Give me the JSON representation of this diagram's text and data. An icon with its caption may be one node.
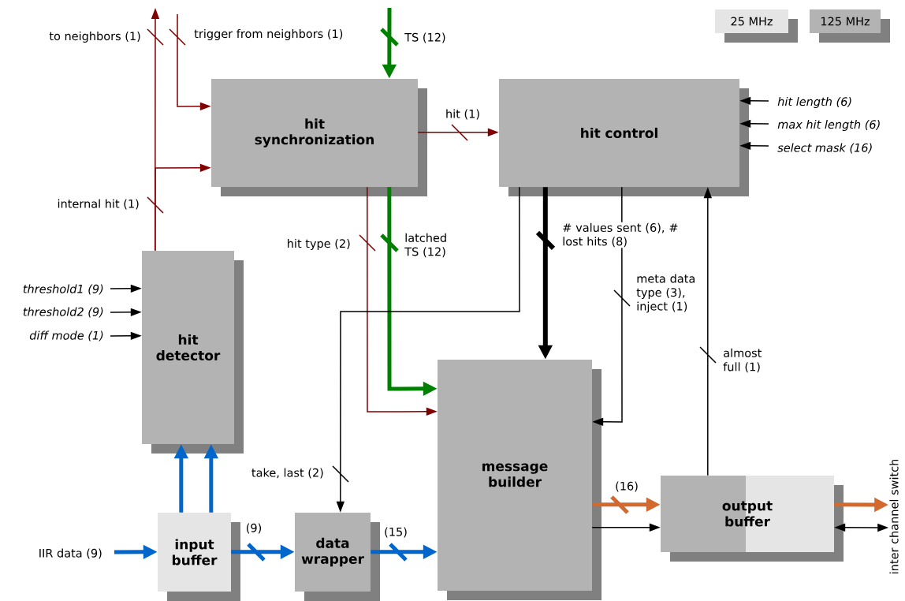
{
  "diagram": {
    "nodes": [
      {
        "text": [
          "hit synchronization"
        ]
      },
      {
        "text": [
          "hit control"
        ]
      },
      {
        "text": [
          "hit detector"
        ]
      },
      {
        "text": [
          "message builder"
        ]
      },
      {
        "text": [
          "input buffer"
        ]
      },
      {
        "text": [
          "data wrapper"
        ]
      },
      {
        "text": [
          "output buffer"
        ]
      },
      {
        "text": [
          "inter channel switch"
        ]
      }
    ],
    "edges": [
      {
        "from": 2,
        "to": null,
        "arrow": "to",
        "label": "to neighbors (1)",
        "color": "#800000"
      },
      {
        "from": 2,
        "to": 0,
        "arrow": "to",
        "label": "internal hit (1)",
        "color": "#800000"
      },
      {
        "from": null,
        "to": 0,
        "arrow": "to",
        "label": "trigger from neighbors (1)",
        "color": "#800000"
      },
      {
        "from": null,
        "to": 0,
        "arrow": "to",
        "label": "TS (12)",
        "style": "thick",
        "color": "#008000"
      },
      {
        "from": 0,
        "to": 1,
        "arrow": "to",
        "label": "hit (1)",
        "color": "#800000"
      },
      {
        "from": 0,
        "to": 3,
        "arrow": "to",
        "label": "hit type (2)",
        "color": "#800000"
      },
      {
        "from": 0,
        "to": 3,
        "arrow": "to",
        "label": "latched TS (12)",
        "style": "thick",
        "color": "#008000"
      },
      {
        "from": 1,
        "to": 3,
        "arrow": "to",
        "label": "# values sent (6), # lost hits (8)",
        "style": "thick"
      },
      {
        "from": 1,
        "to": 3,
        "arrow": "to",
        "label": "meta data type (3), inject (1)"
      },
      {
        "from": 1,
        "to": 5,
        "arrow": "to",
        "label": "take, last (2)"
      },
      {
        "from": 6,
        "to": 1,
        "arrow": "to",
        "label": "almost full (1)"
      },
      {
        "from": null,
        "to": 1,
        "arrow": "to",
        "label": "hit length (6)"
      },
      {
        "from": null,
        "to": 1,
        "arrow": "to",
        "label": "max hit length (6)"
      },
      {
        "from": null,
        "to": 1,
        "arrow": "to",
        "label": "select mask (16)"
      },
      {
        "from": null,
        "to": 2,
        "arrow": "to",
        "label": "threshold1 (9)"
      },
      {
        "from": null,
        "to": 2,
        "arrow": "to",
        "label": "threshold2 (9)"
      },
      {
        "from": null,
        "to": 2,
        "arrow": "to",
        "label": "diff mode (1)"
      },
      {
        "from": null,
        "to": 4,
        "arrow": "to",
        "label": "IIR data (9)",
        "style": "thick",
        "color": "#0066cc"
      },
      {
        "from": 4,
        "to": 2,
        "arrow": "to",
        "style": "thick",
        "color": "#0066cc"
      },
      {
        "from": 4,
        "to": 2,
        "arrow": "to",
        "style": "thick",
        "color": "#0066cc"
      },
      {
        "from": 4,
        "to": 5,
        "arrow": "to",
        "label": "(9)",
        "style": "thick",
        "color": "#0066cc"
      },
      {
        "from": 5,
        "to": 3,
        "arrow": "to",
        "label": "(15)",
        "style": "thick",
        "color": "#0066cc"
      },
      {
        "from": 3,
        "to": 6,
        "arrow": "to",
        "label": "(16)",
        "style": "thick",
        "color": "#d2692f"
      },
      {
        "from": 3,
        "to": 6,
        "arrow": "to"
      },
      {
        "from": 6,
        "to": 7,
        "arrow": "to",
        "style": "thick",
        "color": "#d2692f"
      },
      {
        "from": 6,
        "to": 7,
        "arrow": "both"
      }
    ],
    "legend": [
      {
        "text": "25 MHz",
        "color": "#e5e5e5"
      },
      {
        "text": "125 MHz",
        "color": "#b3b3b3"
      }
    ]
  }
}
